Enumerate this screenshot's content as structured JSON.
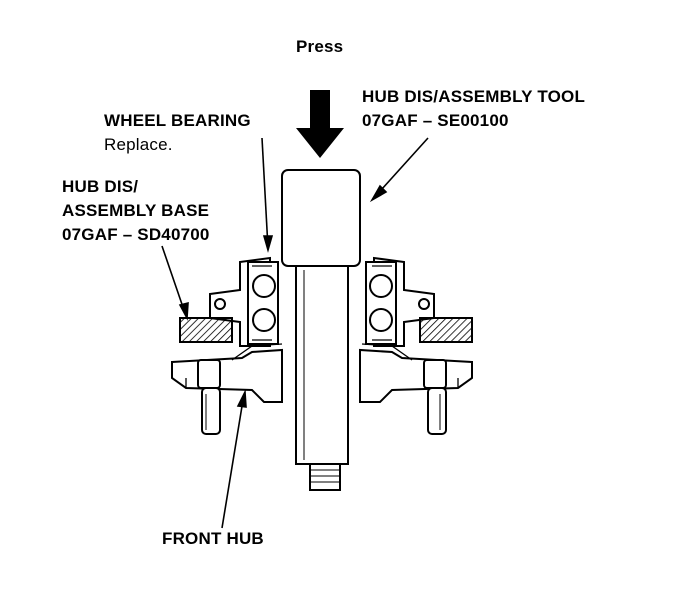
{
  "labels": {
    "press": "Press",
    "tool_name": "HUB DIS/ASSEMBLY TOOL",
    "tool_part": "07GAF – SE00100",
    "bearing_name": "WHEEL BEARING",
    "bearing_note": "Replace.",
    "base_name_1": "HUB DIS/",
    "base_name_2": "ASSEMBLY BASE",
    "base_part": "07GAF – SD40700",
    "front_hub": "FRONT HUB"
  }
}
